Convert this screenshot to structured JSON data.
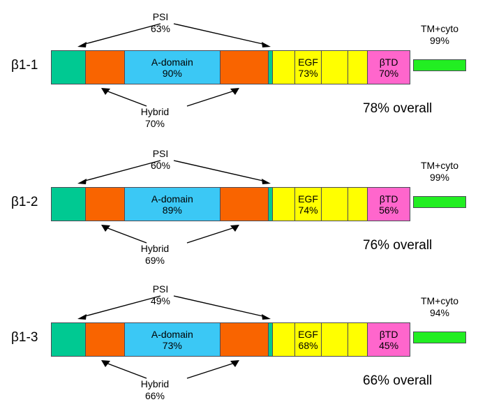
{
  "figure": {
    "type": "protein-domain-map",
    "colors": {
      "psi_teal": "#00c992",
      "hybrid_orange": "#f96400",
      "a_domain_cyan": "#3bc8f5",
      "egf_yellow": "#ffff00",
      "btd_pink": "#ff66cc",
      "tm_green": "#22ee22",
      "outline": "#4a4a55",
      "text": "#000000",
      "background": "#ffffff"
    }
  },
  "rows": [
    {
      "label": "β1-1",
      "overall": "78% overall",
      "tm": {
        "name": "TM+cyto",
        "pct": "99%"
      },
      "psi": {
        "name": "PSI",
        "pct": "63%"
      },
      "hybrid": {
        "name": "Hybrid",
        "pct": "70%"
      },
      "segments": [
        {
          "id": "psi-n",
          "name": "",
          "pct": "",
          "color": "#00c992",
          "width": 49
        },
        {
          "id": "hybrid-n",
          "name": "",
          "pct": "",
          "color": "#f96400",
          "width": 56
        },
        {
          "id": "a-domain",
          "name": "A-domain",
          "pct": "90%",
          "color": "#3bc8f5",
          "width": 138
        },
        {
          "id": "hybrid-c",
          "name": "",
          "pct": "",
          "color": "#f96400",
          "width": 69
        },
        {
          "id": "psi-c",
          "name": "",
          "pct": "",
          "color": "#00c992",
          "width": 6
        },
        {
          "id": "egf-1",
          "name": "",
          "pct": "",
          "color": "#ffff00",
          "width": 32
        },
        {
          "id": "egf-2",
          "name": "EGF",
          "pct": "73%",
          "color": "#ffff00",
          "width": 39
        },
        {
          "id": "egf-3",
          "name": "",
          "pct": "",
          "color": "#ffff00",
          "width": 38
        },
        {
          "id": "egf-4",
          "name": "",
          "pct": "",
          "color": "#ffff00",
          "width": 28
        },
        {
          "id": "btd",
          "name": "βTD",
          "pct": "70%",
          "color": "#ff66cc",
          "width": 60
        }
      ]
    },
    {
      "label": "β1-2",
      "overall": "76% overall",
      "tm": {
        "name": "TM+cyto",
        "pct": "99%"
      },
      "psi": {
        "name": "PSI",
        "pct": "60%"
      },
      "hybrid": {
        "name": "Hybrid",
        "pct": "69%"
      },
      "segments": [
        {
          "id": "psi-n",
          "name": "",
          "pct": "",
          "color": "#00c992",
          "width": 49
        },
        {
          "id": "hybrid-n",
          "name": "",
          "pct": "",
          "color": "#f96400",
          "width": 56
        },
        {
          "id": "a-domain",
          "name": "A-domain",
          "pct": "89%",
          "color": "#3bc8f5",
          "width": 138
        },
        {
          "id": "hybrid-c",
          "name": "",
          "pct": "",
          "color": "#f96400",
          "width": 69
        },
        {
          "id": "psi-c",
          "name": "",
          "pct": "",
          "color": "#00c992",
          "width": 6
        },
        {
          "id": "egf-1",
          "name": "",
          "pct": "",
          "color": "#ffff00",
          "width": 32
        },
        {
          "id": "egf-2",
          "name": "EGF",
          "pct": "74%",
          "color": "#ffff00",
          "width": 39
        },
        {
          "id": "egf-3",
          "name": "",
          "pct": "",
          "color": "#ffff00",
          "width": 38
        },
        {
          "id": "egf-4",
          "name": "",
          "pct": "",
          "color": "#ffff00",
          "width": 28
        },
        {
          "id": "btd",
          "name": "βTD",
          "pct": "56%",
          "color": "#ff66cc",
          "width": 60
        }
      ]
    },
    {
      "label": "β1-3",
      "overall": "66% overall",
      "tm": {
        "name": "TM+cyto",
        "pct": "94%"
      },
      "psi": {
        "name": "PSI",
        "pct": "49%"
      },
      "hybrid": {
        "name": "Hybrid",
        "pct": "66%"
      },
      "segments": [
        {
          "id": "psi-n",
          "name": "",
          "pct": "",
          "color": "#00c992",
          "width": 49
        },
        {
          "id": "hybrid-n",
          "name": "",
          "pct": "",
          "color": "#f96400",
          "width": 56
        },
        {
          "id": "a-domain",
          "name": "A-domain",
          "pct": "73%",
          "color": "#3bc8f5",
          "width": 138
        },
        {
          "id": "hybrid-c",
          "name": "",
          "pct": "",
          "color": "#f96400",
          "width": 69
        },
        {
          "id": "psi-c",
          "name": "",
          "pct": "",
          "color": "#00c992",
          "width": 6
        },
        {
          "id": "egf-1",
          "name": "",
          "pct": "",
          "color": "#ffff00",
          "width": 32
        },
        {
          "id": "egf-2",
          "name": "EGF",
          "pct": "68%",
          "color": "#ffff00",
          "width": 39
        },
        {
          "id": "egf-3",
          "name": "",
          "pct": "",
          "color": "#ffff00",
          "width": 38
        },
        {
          "id": "egf-4",
          "name": "",
          "pct": "",
          "color": "#ffff00",
          "width": 28
        },
        {
          "id": "btd",
          "name": "βTD",
          "pct": "45%",
          "color": "#ff66cc",
          "width": 60
        }
      ]
    }
  ]
}
